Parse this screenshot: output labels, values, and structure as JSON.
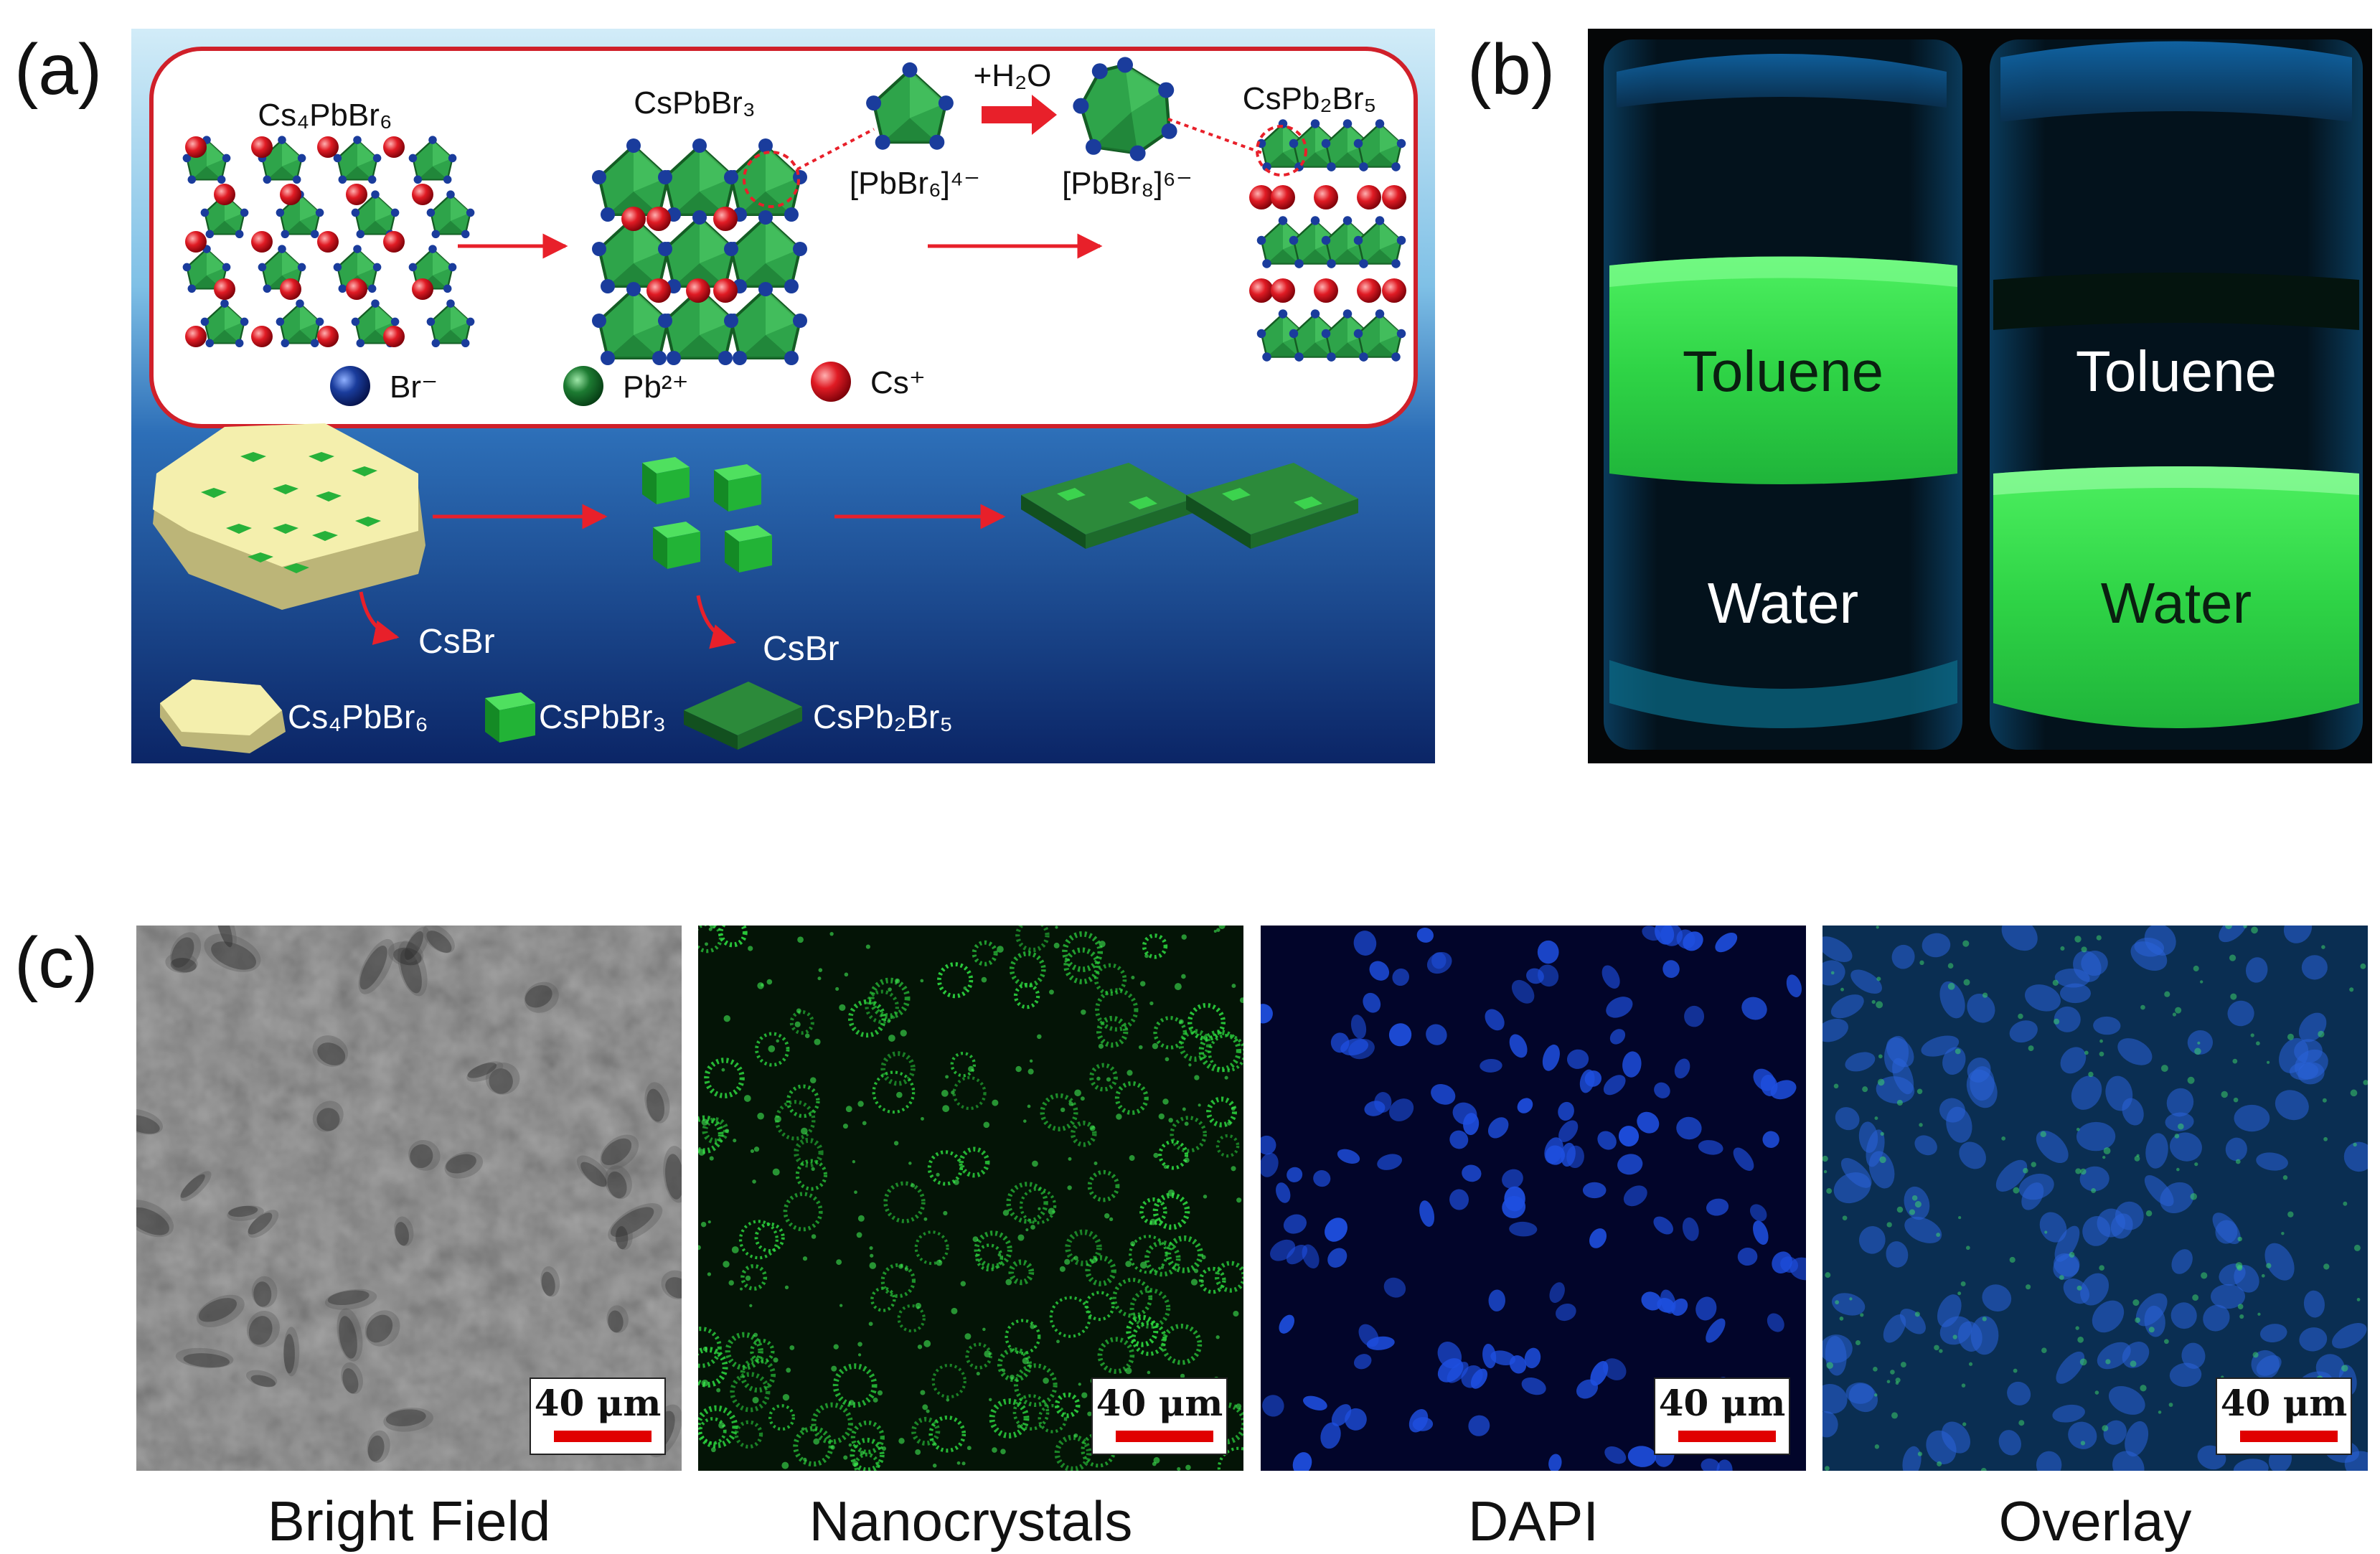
{
  "panel_labels": {
    "a": "(a)",
    "b": "(b)",
    "c": "(c)"
  },
  "panel_a": {
    "structures": {
      "left": "Cs₄PbBr₆",
      "middle": "CsPbBr₃",
      "right": "CsPb₂Br₅"
    },
    "reaction_label": "+H₂O",
    "octahedron_left": "[PbBr₆]⁴⁻",
    "octahedron_right": "[PbBr₈]⁶⁻",
    "legend_ions": {
      "br": "Br⁻",
      "pb": "Pb²⁺",
      "cs": "Cs⁺"
    },
    "byproduct_1": "CsBr",
    "byproduct_2": "CsBr",
    "bottom_legend": {
      "hex": "Cs₄PbBr₆",
      "cube": "CsPbBr₃",
      "plate": "CsPb₂Br₅"
    },
    "colors": {
      "bg_top": "#c6e6f6",
      "bg_bottom": "#0b2a72",
      "frame": "#d0202a",
      "octahedron": "#2ea44a",
      "cs": "#e01b24",
      "br": "#1a3c9c",
      "hex_crystal": "#f4efad",
      "cube": "#27b13a",
      "plate": "#1e6a2a"
    }
  },
  "panel_b": {
    "vials": [
      {
        "top_label": "Toluene",
        "bottom_label": "Water",
        "glowing_layer": "top"
      },
      {
        "top_label": "Toluene",
        "bottom_label": "Water",
        "glowing_layer": "bottom"
      }
    ],
    "glow_color": "#3de34f"
  },
  "panel_c": {
    "images": [
      {
        "caption": "Bright Field",
        "scale": "40 μm",
        "tone": "grayscale"
      },
      {
        "caption": "Nanocrystals",
        "scale": "40 μm",
        "tone": "green"
      },
      {
        "caption": "DAPI",
        "scale": "40 μm",
        "tone": "blue"
      },
      {
        "caption": "Overlay",
        "scale": "40 μm",
        "tone": "blue-green"
      }
    ]
  }
}
